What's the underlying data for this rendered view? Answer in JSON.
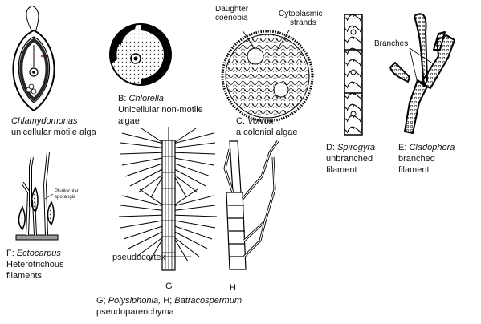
{
  "figure": {
    "chlamydomonas": {
      "name": "Chlamydomonas",
      "desc": "unicellular motile alga"
    },
    "chlorella": {
      "letter": "B:",
      "name": "Chlorella",
      "desc1": "Unicellular non-motile",
      "desc2": "algae"
    },
    "volvox": {
      "letter": "C:",
      "name": "Volvox",
      "desc": "a colonial algae",
      "label_daughter_1": "Daughter",
      "label_daughter_2": "coenobia",
      "label_strands_1": "Cytoplasmic",
      "label_strands_2": "strands"
    },
    "spirogyra": {
      "letter": "D:",
      "name": "Spirogyra",
      "desc1": "unbranched",
      "desc2": "filament"
    },
    "cladophora": {
      "letter": "E:",
      "name": "Cladophora",
      "desc1": "branched",
      "desc2": "filament",
      "label_branches": "Branches"
    },
    "ectocarpus": {
      "letter": "F:",
      "name": "Ectocarpus",
      "desc1": "Heterotrichous",
      "desc2": "filaments",
      "label_sporangia_1": "Plurilocular",
      "label_sporangia_2": "sporangia"
    },
    "polysiphonia": {
      "letter_g": "G;",
      "name_g": "Polysiphonia,",
      "letter_h": "H;",
      "name_h": "Batracospermum",
      "desc": "pseudoparenchyma",
      "label_pseudocortex": "pseudocortex",
      "tag_g": "G",
      "tag_h": "H"
    }
  }
}
